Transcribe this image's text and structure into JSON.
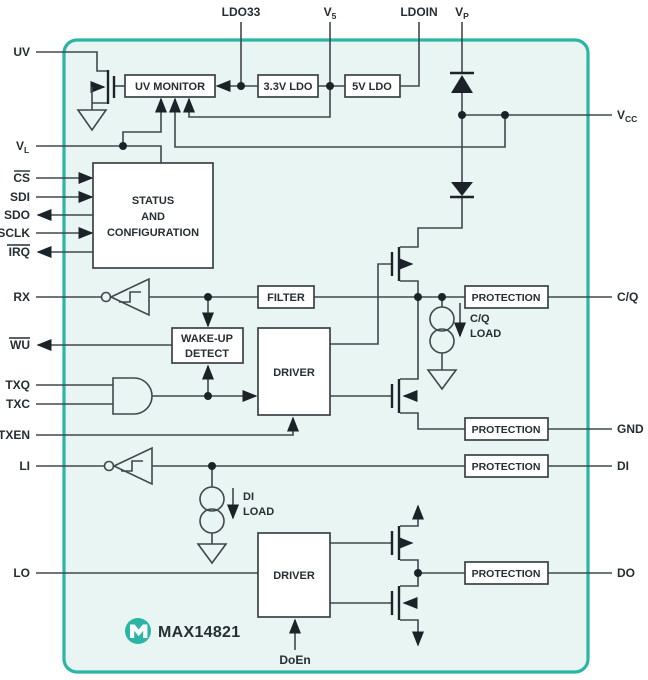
{
  "branding": {
    "part": "MAX14821",
    "logo_icon": "maxim-logo"
  },
  "pins": {
    "top": {
      "ldo33": "LDO33",
      "v5": {
        "main": "V",
        "sub": "5"
      },
      "ldoin": "LDOIN",
      "vp": {
        "main": "V",
        "sub": "P"
      }
    },
    "left": {
      "uv": "UV",
      "vl": {
        "main": "V",
        "sub": "L"
      },
      "cs": "CS",
      "sdi": "SDI",
      "sdo": "SDO",
      "sclk": "SCLK",
      "irq": "IRQ",
      "rx": "RX",
      "wu": "WU",
      "txq": "TXQ",
      "txc": "TXC",
      "txen": "TXEN",
      "li": "LI",
      "lo": "LO"
    },
    "right": {
      "vcc": {
        "main": "V",
        "sub": "CC"
      },
      "cq": "C/Q",
      "gnd": "GND",
      "di": "DI",
      "do": "DO"
    },
    "bottom": {
      "doen": "DoEn"
    }
  },
  "blocks": {
    "uv_monitor": "UV MONITOR",
    "ldo_3v3": "3.3V LDO",
    "ldo_5v": "5V LDO",
    "status": [
      "STATUS",
      "AND",
      "CONFIGURATION"
    ],
    "filter": "FILTER",
    "wakeup": [
      "WAKE-UP",
      "DETECT"
    ],
    "driver_cq": "DRIVER",
    "driver_do": "DRIVER",
    "protection_cq": "PROTECTION",
    "protection_gnd": "PROTECTION",
    "protection_di": "PROTECTION",
    "protection_do": "PROTECTION"
  },
  "loads": {
    "cq": [
      "C/Q",
      "LOAD"
    ],
    "di": [
      "DI",
      "LOAD"
    ]
  },
  "colors": {
    "chip_border": "#2ab5a4",
    "chip_fill": "#e9f5f3",
    "wire": "#40484d",
    "text": "#262e33",
    "logo": "#2cb5a5"
  }
}
